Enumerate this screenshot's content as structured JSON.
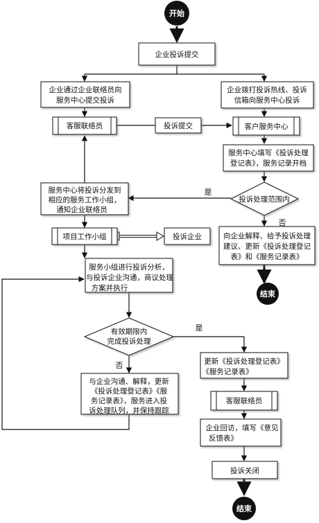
{
  "flowchart": {
    "start": "开始",
    "end": "结束",
    "nodes": {
      "submit": "企业投诉提交",
      "via_liaison": [
        "企业通过企业联络员向",
        "服务中心提交投诉"
      ],
      "via_hotline": [
        "企业拨打投诉热线、投诉",
        "信箱向服务中心投诉"
      ],
      "liaison": "客服联络员",
      "complaint_submit": "投诉提交",
      "customer_center": "客户服务中心",
      "fill_record": [
        "服务中心填写《投诉处理",
        "登记表》，服务记录开档"
      ],
      "in_scope": "投诉处理范围内",
      "assign_group": [
        "服务中心将投诉分发到",
        "相应的服务工作小组，",
        "通知企业联络员"
      ],
      "explain_outside": [
        "向企业解释、给予投诉处理",
        "建议、更新《投诉处理登记",
        "表》和《服务记录表》"
      ],
      "project_group": "项目工作小组",
      "complaining_company": "投诉企业",
      "analysis": [
        "服务小组进行投诉分析，",
        "与投诉企业沟通，商议处理",
        "方案并执行"
      ],
      "within_deadline": [
        "有效期限内",
        "完成投诉处理"
      ],
      "communicate": [
        "与企业沟通、解释，更新",
        "《投诉处理登记表》《服",
        "务记录表》，服务进入投",
        "诉处理队列，并保持跟踪"
      ],
      "update_records": [
        "更新《投诉处理登记表》",
        "《服务记录表》"
      ],
      "liaison_2": "客服联络员",
      "revisit": [
        "企业回访，填写《意见",
        "反馈表》"
      ],
      "close": "投诉关闭"
    },
    "labels": {
      "yes": "是",
      "no": "否"
    }
  }
}
